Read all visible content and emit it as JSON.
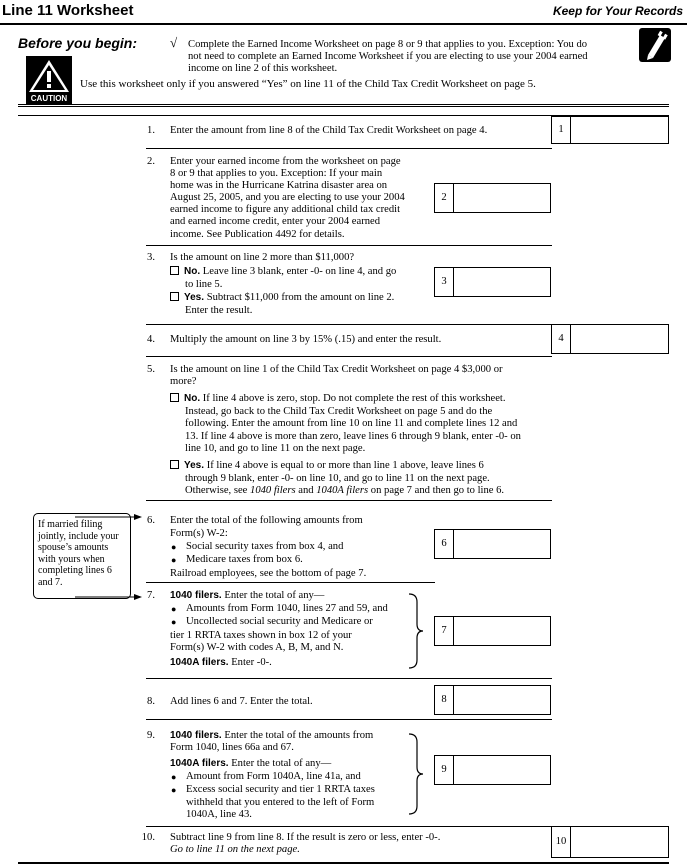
{
  "header": {
    "title": "Line 11 Worksheet",
    "keep": "Keep for Your Records"
  },
  "before": {
    "label": "Before you begin:",
    "check": "√",
    "caution_word": "CAUTION",
    "intro_line1": "Complete the Earned Income Worksheet on page 8 or 9 that applies to you. Exception: You do",
    "intro_line2": "not need to complete an Earned Income Worksheet if you are electing to use your 2004 earned",
    "intro_line3": "income on line 2 of this worksheet.",
    "use_line": "Use this worksheet only if you answered “Yes” on line 11 of the Child Tax Credit Worksheet on page 5."
  },
  "margin_note": {
    "l1": "If married filing",
    "l2": "jointly, include your",
    "l3": "spouse’s amounts",
    "l4": "with yours when",
    "l5": "completing lines 6",
    "l6": "and 7."
  },
  "lines": {
    "l1": {
      "num": "1.",
      "text": "Enter the amount from line 8 of the Child Tax Credit Worksheet on page 4.",
      "box": "1"
    },
    "l2": {
      "num": "2.",
      "t1": "Enter your earned income from the worksheet on page",
      "t2": "8 or 9 that applies to you. Exception: If your main",
      "t3": "home was in the Hurricane Katrina disaster area on",
      "t4": "August 25, 2005, and you are electing to use your 2004",
      "t5": "earned income to figure any additional child tax credit",
      "t6": "and earned income credit, enter your 2004 earned",
      "t7": "income. See Publication 4492 for details.",
      "box": "2"
    },
    "l3": {
      "num": "3.",
      "q": "Is the amount on line 2 more than $11,000?",
      "no_label": "No.",
      "no_t1": "Leave line 3 blank, enter -0- on line 4, and go",
      "no_t2": "to line 5.",
      "yes_label": "Yes.",
      "yes_t1": "Subtract $11,000 from the amount on line 2.",
      "yes_t2": "Enter the result.",
      "box": "3"
    },
    "l4": {
      "num": "4.",
      "text": "Multiply the amount on line 3 by 15% (.15) and enter the result.",
      "box": "4"
    },
    "l5": {
      "num": "5.",
      "q1": "Is the amount on line 1 of the Child Tax Credit Worksheet on page 4 $3,000 or",
      "q2": "more?",
      "no_label": "No.",
      "no_t1": "If line 4 above is zero, stop. Do not complete the rest of this worksheet.",
      "no_t2": "Instead, go back to the Child Tax Credit Worksheet on page 5 and do the",
      "no_t3": "following. Enter the amount from line 10 on line 11 and complete lines 12 and",
      "no_t4": "13. If line 4 above is more than zero, leave lines 6 through 9 blank, enter -0- on",
      "no_t5": "line 10, and go to line 11 on the next page.",
      "yes_label": "Yes.",
      "yes_t1": "If line 4 above is equal to or more than line 1 above, leave lines 6",
      "yes_t2": "through 9 blank, enter -0- on line 10, and go to line 11 on the next page.",
      "yes_t3a": "Otherwise, see ",
      "yes_t3b": "1040 filers",
      "yes_t3c": " and ",
      "yes_t3d": "1040A filers",
      "yes_t3e": " on page 7 and then go to line 6."
    },
    "l6": {
      "num": "6.",
      "t1": "Enter the total of the following amounts from",
      "t2": "Form(s) W-2:",
      "b1": "Social security taxes from box 4, and",
      "b2": "Medicare taxes from box 6.",
      "t3": "Railroad employees, see the bottom of page 7.",
      "box": "6"
    },
    "l7": {
      "num": "7.",
      "head_b": "1040 filers.",
      "head_t": " Enter the total of any—",
      "b1": "Amounts from Form 1040, lines 27 and 59, and",
      "b2a": "Uncollected social security and Medicare or",
      "b2b": "tier 1 RRTA taxes shown in box 12 of your",
      "b2c": "Form(s) W-2 with codes A, B, M, and N.",
      "f_b": "1040A filers.",
      "f_t": " Enter -0-.",
      "box": "7"
    },
    "l8": {
      "num": "8.",
      "text": "Add lines 6 and 7. Enter the total.",
      "box": "8"
    },
    "l9": {
      "num": "9.",
      "h1_b": "1040 filers.",
      "h1_t": " Enter the total of the amounts from",
      "h1_t2": "Form 1040, lines 66a and 67.",
      "h2_b": "1040A filers.",
      "h2_t": " Enter the total of any—",
      "b1": "Amount from Form 1040A, line 41a, and",
      "b2a": "Excess social security and tier 1 RRTA taxes",
      "b2b": "withheld that you entered to the left of Form",
      "b2c": "1040A, line 43.",
      "box": "9"
    },
    "l10": {
      "num": "10.",
      "t1": "Subtract line 9 from line 8. If the result is zero or less, enter -0-.",
      "t2": "Go to line 11 on the next page.",
      "box": "10"
    }
  }
}
